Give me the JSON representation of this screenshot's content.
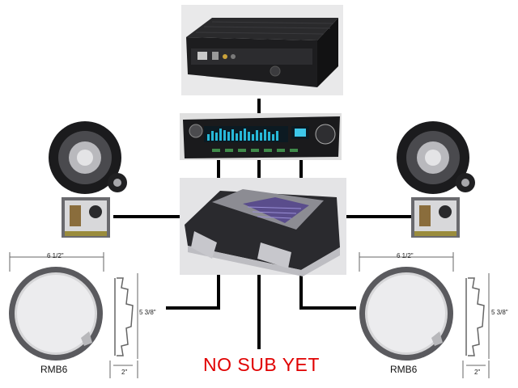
{
  "diagram": {
    "components": {
      "pc": "car-pc-computer",
      "head_unit": "head-unit-stereo",
      "amplifier": "car-amplifier",
      "left_component": "component-speaker-with-crossover",
      "right_component": "component-speaker-with-crossover",
      "left_woofer": "kicker-woofer-rmb6",
      "right_woofer": "kicker-woofer-rmb6"
    },
    "left_woofer": {
      "model": "RMB6",
      "width_label": "6 1/2\"",
      "height_label": "5 3/8\"",
      "depth_label": "2\""
    },
    "right_woofer": {
      "model": "RMB6",
      "width_label": "6 1/2\"",
      "height_label": "5 3/8\"",
      "depth_label": "2\""
    },
    "subwoofer_note": "NO SUB YET",
    "colors": {
      "note": "#e00000",
      "wire": "#000000"
    }
  }
}
